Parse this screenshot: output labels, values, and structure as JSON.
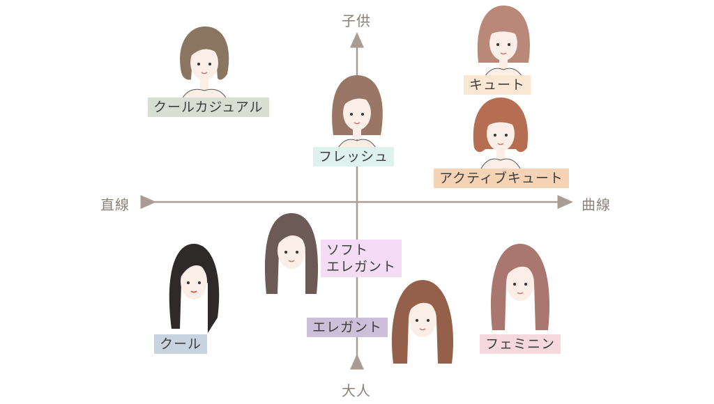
{
  "axes": {
    "top": "子供",
    "bottom": "大人",
    "left": "直線",
    "right": "曲線"
  },
  "categories": [
    {
      "id": "cool-casual",
      "label": "クールカジュアル",
      "color": "#d9ded2",
      "hair": "#8a7560"
    },
    {
      "id": "cute",
      "label": "キュート",
      "color": "#fbe8d4",
      "hair": "#b98878"
    },
    {
      "id": "fresh",
      "label": "フレッシュ",
      "color": "#dff1ec",
      "hair": "#9a7666"
    },
    {
      "id": "active-cute",
      "label": "アクティブキュート",
      "color": "#f6d3b4",
      "hair": "#b56e52"
    },
    {
      "id": "soft-elegant",
      "label": "ソフト\nエレガント",
      "color": "#f4dcf5",
      "hair": "#6b5a56"
    },
    {
      "id": "cool",
      "label": "クール",
      "color": "#c8d3e0",
      "hair": "#2f2a2a"
    },
    {
      "id": "elegant",
      "label": "エレガント",
      "color": "#ccc0d9",
      "hair": "#94604a"
    },
    {
      "id": "feminine",
      "label": "フェミニン",
      "color": "#f6d9df",
      "hair": "#a9776f"
    }
  ],
  "colors": {
    "axis": "#a99c95",
    "axis_text": "#8a7f79",
    "skin": "#fbeee6"
  }
}
